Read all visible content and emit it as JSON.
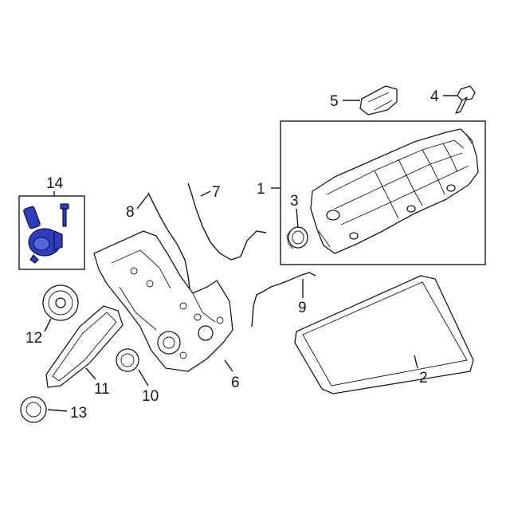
{
  "diagram": {
    "callouts": [
      {
        "id": "1",
        "label": "1"
      },
      {
        "id": "2",
        "label": "2"
      },
      {
        "id": "3",
        "label": "3"
      },
      {
        "id": "4",
        "label": "4"
      },
      {
        "id": "5",
        "label": "5"
      },
      {
        "id": "6",
        "label": "6"
      },
      {
        "id": "7",
        "label": "7"
      },
      {
        "id": "8",
        "label": "8"
      },
      {
        "id": "9",
        "label": "9"
      },
      {
        "id": "10",
        "label": "10"
      },
      {
        "id": "11",
        "label": "11"
      },
      {
        "id": "12",
        "label": "12"
      },
      {
        "id": "13",
        "label": "13"
      },
      {
        "id": "14",
        "label": "14"
      }
    ],
    "colors": {
      "line": "#1a1a1a",
      "highlight": "#2d3dbb",
      "background": "#ffffff"
    }
  }
}
